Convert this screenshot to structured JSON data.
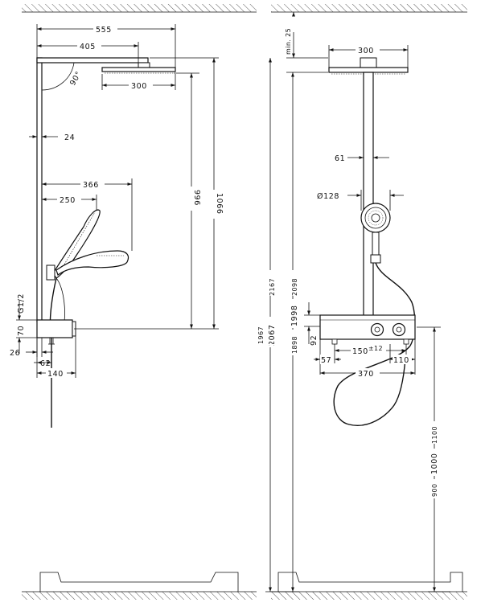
{
  "side_view": {
    "width_555": "555",
    "reach_405": "405",
    "angle_90": "90°",
    "head_300": "300",
    "offset_24": "24",
    "reach_366": "366",
    "reach_250": "250",
    "height_996": "996",
    "height_1066": "1066",
    "thread_g12": "G1/2",
    "depth_70": "70",
    "depth_26": "26",
    "depth_62": "62",
    "depth_140": "140"
  },
  "front_view": {
    "min_25": "min. 25",
    "head_300": "300",
    "rail_61": "61",
    "hand_128": "Ø128",
    "h_2167": "2167",
    "h_2098": "2098",
    "h_1967": "1967",
    "h_2067": "2067",
    "h_1998": "1998",
    "h_1898": "1898",
    "h_92": "92",
    "w_57": "57",
    "w_150": "150",
    "w_150_tol": "±12",
    "w_110": "110",
    "w_370": "370",
    "h_1100": "1100",
    "h_1000": "1000",
    "h_900": "900"
  }
}
